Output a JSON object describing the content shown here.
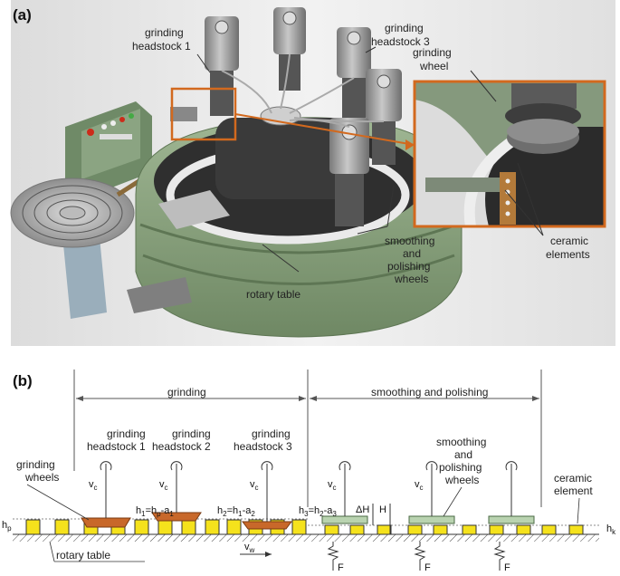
{
  "panel_a": {
    "tag": "(a)",
    "headstock1_l1": "grinding",
    "headstock1_l2": "headstock 1",
    "headstock3_l1": "grinding",
    "headstock3_l2": "headstock 3",
    "wheel_l1": "grinding",
    "wheel_l2": "wheel",
    "smooth_l1": "smoothing",
    "smooth_l2": "and",
    "smooth_l3": "polishing",
    "smooth_l4": "wheels",
    "rotary": "rotary table",
    "ceramic_l1": "ceramic",
    "ceramic_l2": "elements"
  },
  "panel_b": {
    "tag": "(b)",
    "grinding": "grinding",
    "smoothing": "smoothing and polishing",
    "hs1_l1": "grinding",
    "hs1_l2": "headstock 1",
    "hs2_l1": "grinding",
    "hs2_l2": "headstock 2",
    "hs3_l1": "grinding",
    "hs3_l2": "headstock 3",
    "gw_l1": "grinding",
    "gw_l2": "wheels",
    "spw_l1": "smoothing",
    "spw_l2": "and",
    "spw_l3": "polishing",
    "spw_l4": "wheels",
    "ce_l1": "ceramic",
    "ce_l2": "element",
    "rotary": "rotary table",
    "hp": "h",
    "hp_sub": "p",
    "hk": "h",
    "hk_sub": "k",
    "h1": "h",
    "h1_sub": "1",
    "h1_eq": "=h",
    "h1_eq_sub": "p",
    "h1_minus": "-a",
    "h1_minus_sub": "1",
    "h2": "h",
    "h2_sub": "2",
    "h2_eq": "=h",
    "h2_eq_sub": "1",
    "h2_minus": "-a",
    "h2_minus_sub": "2",
    "h3": "h",
    "h3_sub": "3",
    "h3_eq": "=h",
    "h3_eq_sub": "2",
    "h3_minus": "-a",
    "h3_minus_sub": "3",
    "dH": "ΔH",
    "H": "H",
    "vc": "v",
    "vc_sub": "c",
    "vw": "v",
    "vw_sub": "w",
    "F": "F"
  },
  "colors": {
    "element_fill": "#f5e21c",
    "grinding_wheel": "#c8682a",
    "polishing_wheel": "#b9d3b0",
    "orange_frame": "#d2691e"
  }
}
